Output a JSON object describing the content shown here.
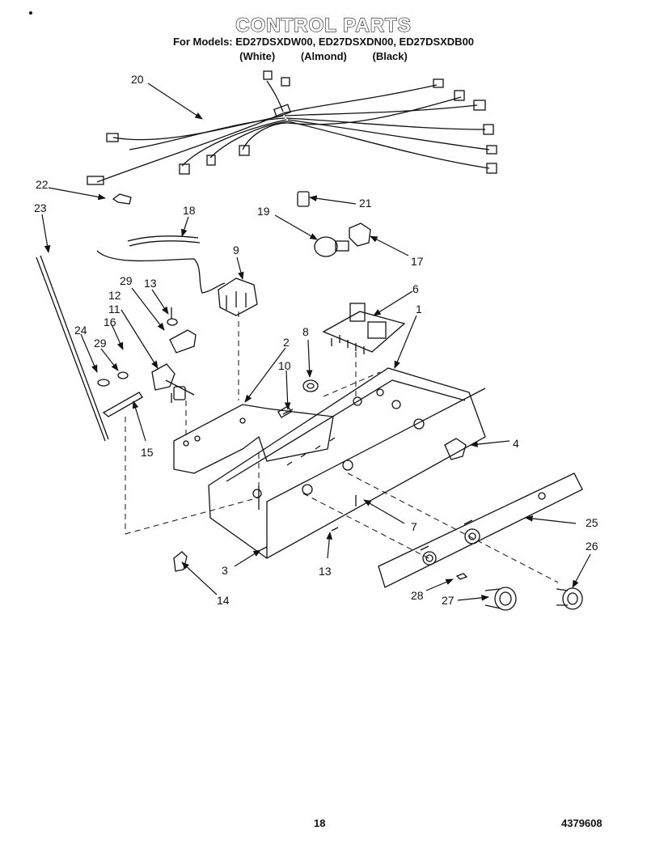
{
  "header": {
    "title": "CONTROL PARTS",
    "models_line": "For Models: ED27DSXDW00, ED27DSXDN00, ED27DSXDB00",
    "colors": [
      "(White)",
      "(Almond)",
      "(Black)"
    ]
  },
  "callouts": [
    {
      "id": "c20",
      "text": "20"
    },
    {
      "id": "c22",
      "text": "22"
    },
    {
      "id": "c23",
      "text": "23"
    },
    {
      "id": "c21",
      "text": "21"
    },
    {
      "id": "c19",
      "text": "19"
    },
    {
      "id": "c18",
      "text": "18"
    },
    {
      "id": "c17",
      "text": "17"
    },
    {
      "id": "c9",
      "text": "9"
    },
    {
      "id": "c6",
      "text": "6"
    },
    {
      "id": "c1",
      "text": "1"
    },
    {
      "id": "c29a",
      "text": "29"
    },
    {
      "id": "c13a",
      "text": "13"
    },
    {
      "id": "c12",
      "text": "12"
    },
    {
      "id": "c11",
      "text": "11"
    },
    {
      "id": "c16",
      "text": "16"
    },
    {
      "id": "c24",
      "text": "24"
    },
    {
      "id": "c29b",
      "text": "29"
    },
    {
      "id": "c8",
      "text": "8"
    },
    {
      "id": "c2",
      "text": "2"
    },
    {
      "id": "c10",
      "text": "10"
    },
    {
      "id": "c15",
      "text": "15"
    },
    {
      "id": "c4",
      "text": "4"
    },
    {
      "id": "c7",
      "text": "7"
    },
    {
      "id": "c25",
      "text": "25"
    },
    {
      "id": "c3",
      "text": "3"
    },
    {
      "id": "c13b",
      "text": "13"
    },
    {
      "id": "c26",
      "text": "26"
    },
    {
      "id": "c14",
      "text": "14"
    },
    {
      "id": "c28",
      "text": "28"
    },
    {
      "id": "c27",
      "text": "27"
    }
  ],
  "footer": {
    "page_number": "18",
    "document_code": "4379608"
  }
}
